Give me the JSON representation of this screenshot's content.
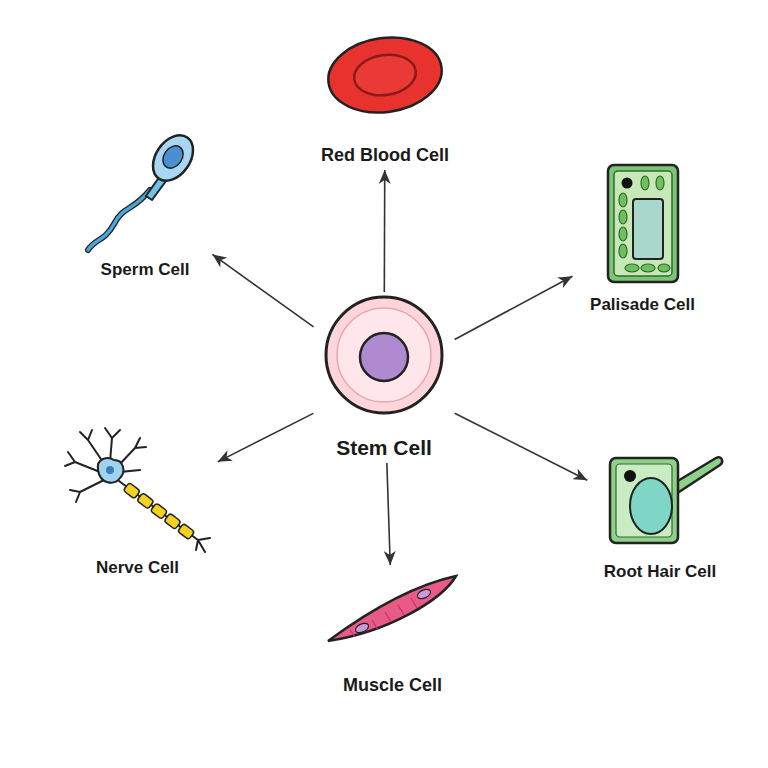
{
  "diagram": {
    "nodes": [
      {
        "text": [
          "Red Blood Cell"
        ]
      },
      {
        "text": [
          "Sperm Cell"
        ]
      },
      {
        "text": [
          "Palisade Cell"
        ]
      },
      {
        "text": [
          "Stem Cell"
        ]
      },
      {
        "text": [
          "Nerve Cell"
        ]
      },
      {
        "text": [
          "Root Hair Cell"
        ]
      },
      {
        "text": [
          "Muscle Cell"
        ]
      }
    ],
    "edges": [
      {
        "from": 3,
        "to": 0,
        "arrow": "to"
      },
      {
        "from": 3,
        "to": 1,
        "arrow": "to"
      },
      {
        "from": 3,
        "to": 2,
        "arrow": "to"
      },
      {
        "from": 3,
        "to": 4,
        "arrow": "to"
      },
      {
        "from": 3,
        "to": 5,
        "arrow": "to"
      },
      {
        "from": 3,
        "to": 6,
        "arrow": "to"
      }
    ]
  }
}
